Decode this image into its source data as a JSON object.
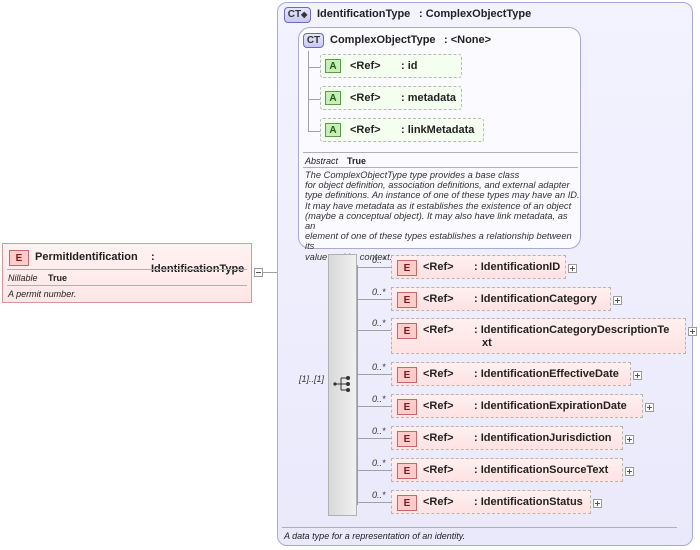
{
  "root_element": {
    "badge": "E",
    "name": "PermitIdentification",
    "type": ": IdentificationType",
    "prop_label": "Nillable",
    "prop_value": "True",
    "description": "A permit number."
  },
  "complex_type": {
    "badge": "CT",
    "name": "IdentificationType",
    "base": ": ComplexObjectType",
    "description": "A data type for a representation of an identity."
  },
  "base_type": {
    "badge": "CT",
    "name": "ComplexObjectType",
    "base": ": <None>",
    "attributes": [
      {
        "badge": "A",
        "ref": "<Ref>",
        "name": ": id"
      },
      {
        "badge": "A",
        "ref": "<Ref>",
        "name": ": metadata"
      },
      {
        "badge": "A",
        "ref": "<Ref>",
        "name": ": linkMetadata"
      }
    ],
    "prop_label": "Abstract",
    "prop_value": "True",
    "description_lines": [
      "The ComplexObjectType type provides a base class",
      "for object definition, association definitions, and external adapter",
      "type definitions. An instance of one of these types may have an ID.",
      "It may have metadata as it establishes the existence of an object",
      "(maybe a conceptual object). It may also have link metadata, as an",
      "element of one of these types establishes a relationship between its",
      "value and its context."
    ]
  },
  "sequence": {
    "cardinality": "[1]..[1]"
  },
  "children": [
    {
      "badge": "E",
      "ref": "<Ref>",
      "name": ": IdentificationID",
      "card": "0..*"
    },
    {
      "badge": "E",
      "ref": "<Ref>",
      "name": ": IdentificationCategory",
      "card": "0..*"
    },
    {
      "badge": "E",
      "ref": "<Ref>",
      "name": ": IdentificationCategoryDescriptionTe",
      "name2": "xt",
      "card": "0..*"
    },
    {
      "badge": "E",
      "ref": "<Ref>",
      "name": ": IdentificationEffectiveDate",
      "card": "0..*"
    },
    {
      "badge": "E",
      "ref": "<Ref>",
      "name": ": IdentificationExpirationDate",
      "card": "0..*"
    },
    {
      "badge": "E",
      "ref": "<Ref>",
      "name": ": IdentificationJurisdiction",
      "card": "0..*"
    },
    {
      "badge": "E",
      "ref": "<Ref>",
      "name": ": IdentificationSourceText",
      "card": "0..*"
    },
    {
      "badge": "E",
      "ref": "<Ref>",
      "name": ": IdentificationStatus",
      "card": "0..*"
    }
  ]
}
